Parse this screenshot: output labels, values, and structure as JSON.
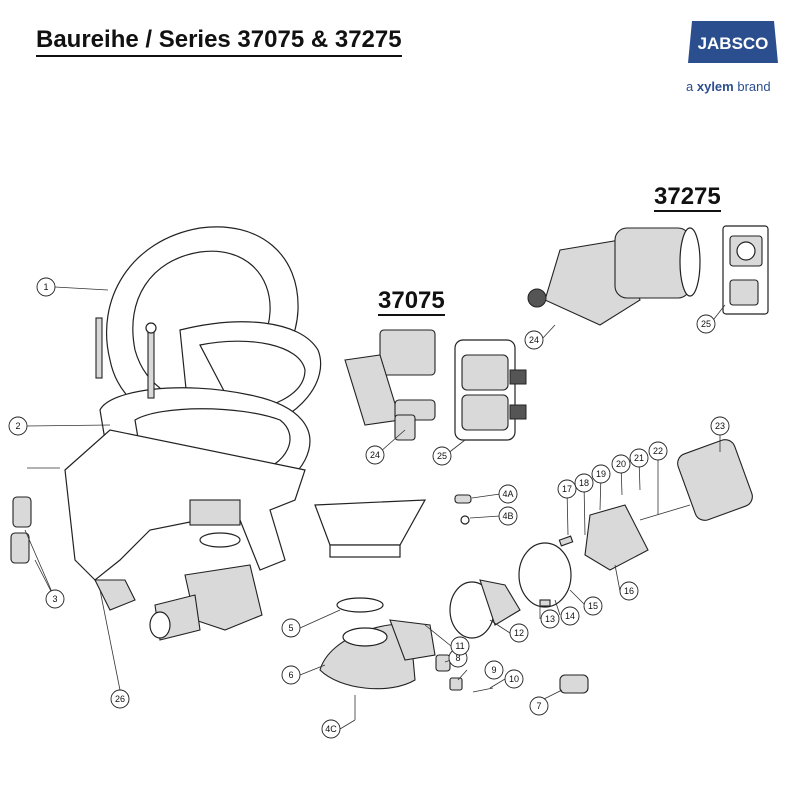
{
  "header": {
    "title": "Baureihe / Series 37075 & 37275"
  },
  "logo": {
    "name": "JABSCO",
    "tagline_prefix": "a",
    "tagline_brand": "xylem",
    "tagline_suffix": "brand",
    "brand_color": "#2b4f8e"
  },
  "series": {
    "a": "37075",
    "b": "37275"
  },
  "callouts": [
    "1",
    "2",
    "3",
    "26",
    "24",
    "25",
    "24",
    "25",
    "4A",
    "4B",
    "5",
    "6",
    "4C",
    "7",
    "8",
    "9",
    "10",
    "11",
    "12",
    "13",
    "14",
    "15",
    "16",
    "17",
    "18",
    "19",
    "20",
    "21",
    "22",
    "23"
  ]
}
